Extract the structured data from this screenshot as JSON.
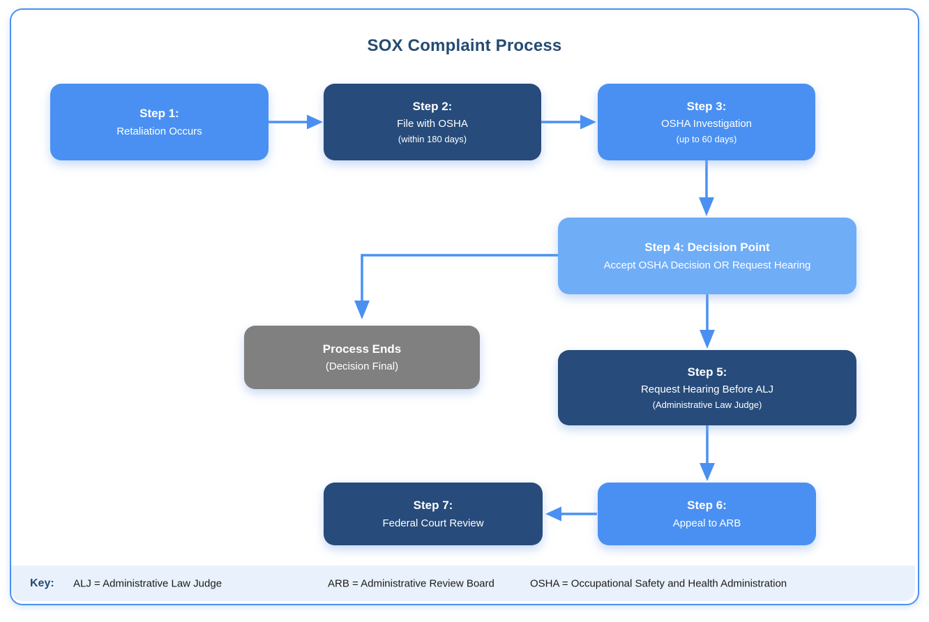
{
  "title": "SOX Complaint Process",
  "colors": {
    "accent_blue": "#4a90f2",
    "navy": "#274b7a",
    "light_blue": "#6fadf7",
    "gray": "#808080",
    "title_navy": "#254b73",
    "key_strip_bg": "#e9f2fc",
    "arrow": "#4a90f2"
  },
  "nodes": [
    {
      "id": "step1",
      "variant": "blue",
      "title": "Step 1:",
      "line2": "Retaliation Occurs"
    },
    {
      "id": "step2",
      "variant": "navy",
      "title": "Step 2:",
      "line2": "File with OSHA",
      "line3": "(within 180 days)"
    },
    {
      "id": "step3",
      "variant": "blue",
      "title": "Step 3:",
      "line2": "OSHA Investigation",
      "line3": "(up to 60 days)"
    },
    {
      "id": "step4",
      "variant": "lightblue",
      "title": "Step 4: Decision Point",
      "line2": "Accept OSHA Decision OR Request Hearing"
    },
    {
      "id": "process-ends",
      "variant": "gray",
      "title": "Process Ends",
      "line2": "(Decision Final)"
    },
    {
      "id": "step5",
      "variant": "navy",
      "title": "Step 5:",
      "line2": "Request Hearing Before ALJ",
      "line3": "(Administrative Law Judge)"
    },
    {
      "id": "step6",
      "variant": "blue",
      "title": "Step 6:",
      "line2": "Appeal to ARB"
    },
    {
      "id": "step7",
      "variant": "navy",
      "title": "Step 7:",
      "line2": "Federal Court Review"
    }
  ],
  "flow": [
    {
      "from": "step1",
      "to": "step2"
    },
    {
      "from": "step2",
      "to": "step3"
    },
    {
      "from": "step3",
      "to": "step4"
    },
    {
      "from": "step4",
      "to": "process-ends"
    },
    {
      "from": "step4",
      "to": "step5"
    },
    {
      "from": "step5",
      "to": "step6"
    },
    {
      "from": "step6",
      "to": "step7"
    }
  ],
  "key": {
    "label": "Key:",
    "entries": [
      "ALJ = Administrative Law Judge",
      "ARB = Administrative Review Board",
      "OSHA = Occupational Safety and Health Administration"
    ]
  }
}
